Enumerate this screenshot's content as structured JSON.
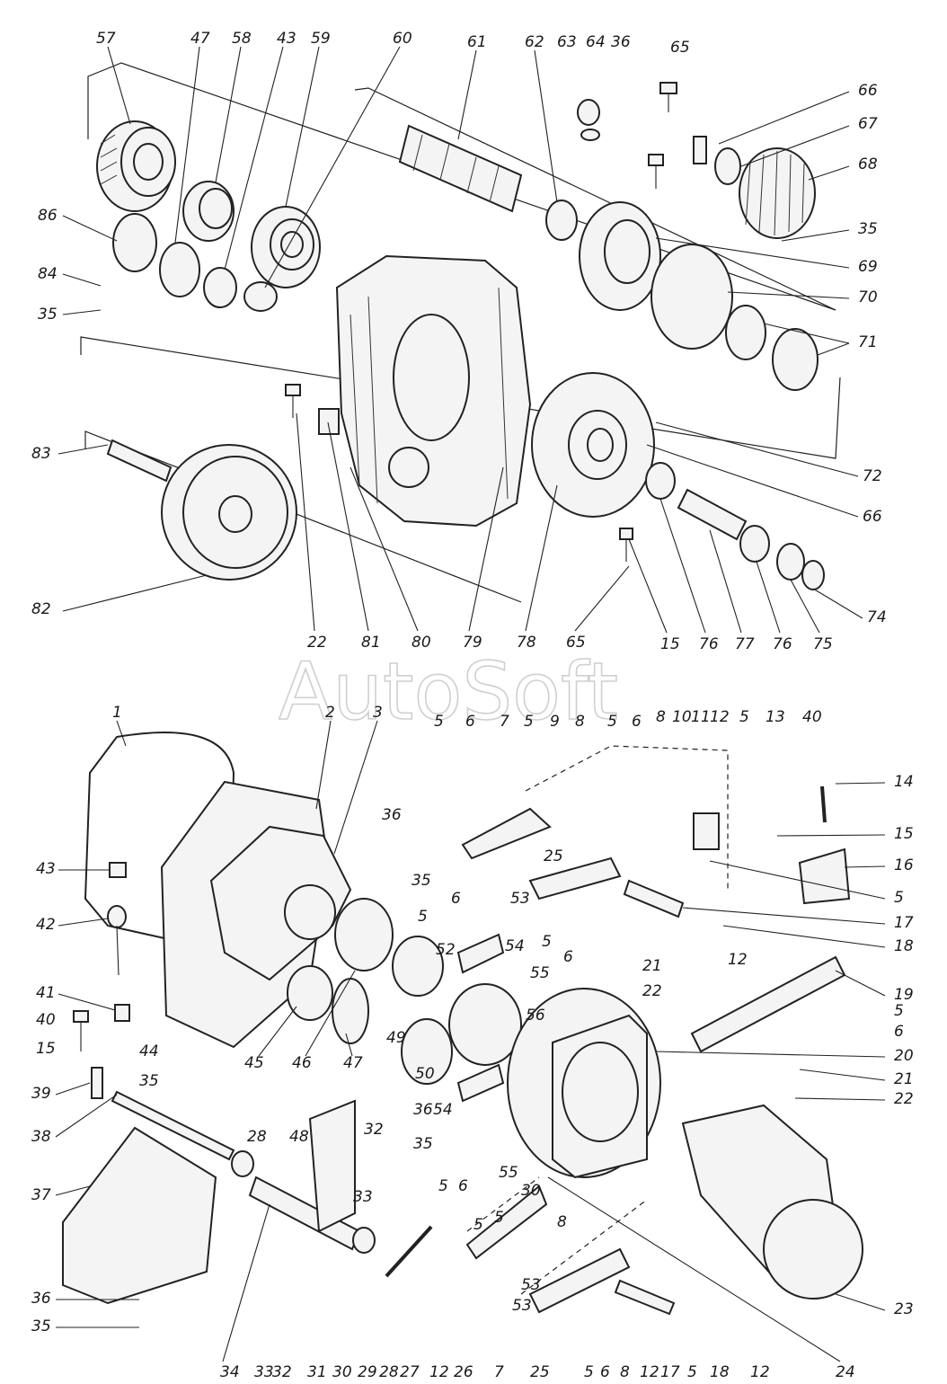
{
  "watermark": "AutoSoft",
  "callouts_top": [
    "57",
    "47",
    "58",
    "43",
    "59",
    "60",
    "61",
    "62",
    "63",
    "64",
    "36",
    "65",
    "66",
    "67",
    "68",
    "35",
    "69",
    "70",
    "71",
    "86",
    "84",
    "35",
    "83",
    "82",
    "22",
    "81",
    "80",
    "79",
    "78",
    "65",
    "15",
    "76",
    "77",
    "76",
    "75",
    "74",
    "72",
    "66"
  ],
  "callouts_bottom": [
    "1",
    "2",
    "3",
    "43",
    "42",
    "41",
    "40",
    "15",
    "39",
    "38",
    "37",
    "36",
    "35",
    "44",
    "35",
    "45",
    "46",
    "47",
    "36",
    "35",
    "5",
    "6",
    "52",
    "49",
    "50",
    "36",
    "35",
    "48",
    "28",
    "34",
    "33",
    "32",
    "31",
    "30",
    "29",
    "28",
    "27",
    "12",
    "26",
    "25",
    "7",
    "5",
    "6",
    "7",
    "5",
    "9",
    "8",
    "5",
    "6",
    "8",
    "10",
    "11",
    "12",
    "5",
    "13",
    "40",
    "14",
    "15",
    "16",
    "5",
    "17",
    "18",
    "12",
    "25",
    "53",
    "54",
    "55",
    "5",
    "6",
    "53",
    "54",
    "56",
    "55",
    "5",
    "6",
    "21",
    "22",
    "19",
    "5",
    "6",
    "20",
    "21",
    "22",
    "23",
    "24",
    "30",
    "5",
    "5",
    "8",
    "53",
    "5",
    "6",
    "8",
    "12",
    "17",
    "5",
    "18",
    "12",
    "32",
    "33"
  ]
}
